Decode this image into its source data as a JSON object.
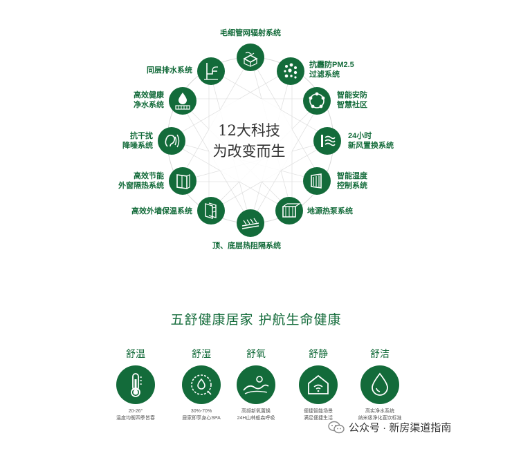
{
  "center_title": {
    "line1": "12大科技",
    "line2": "为改变而生"
  },
  "tech_items": [
    {
      "id": "capillary",
      "icon": "capillary-radiant-icon",
      "lines": [
        "毛细管网辐射系统"
      ]
    },
    {
      "id": "pm25",
      "icon": "smog-filter-icon",
      "lines": [
        "抗霾防PM2.5",
        "过滤系统"
      ]
    },
    {
      "id": "security",
      "icon": "community-network-icon",
      "lines": [
        "智能安防",
        "智慧社区"
      ]
    },
    {
      "id": "fresh-air",
      "icon": "wind-icon",
      "lines": [
        "24小时",
        "新风置换系统"
      ]
    },
    {
      "id": "humidity",
      "icon": "humidity-control-icon",
      "lines": [
        "智能湿度",
        "控制系统"
      ]
    },
    {
      "id": "heat-pump",
      "icon": "heat-pump-icon",
      "lines": [
        "地源热泵系统"
      ]
    },
    {
      "id": "roof-floor",
      "icon": "insulation-layers-icon",
      "lines": [
        "顶、底层热阻隔系统"
      ]
    },
    {
      "id": "wall",
      "icon": "wall-insulation-icon",
      "lines": [
        "高效外墙保温系统"
      ]
    },
    {
      "id": "window",
      "icon": "window-icon",
      "lines": [
        "高效节能",
        "外窗隔热系统"
      ]
    },
    {
      "id": "noise",
      "icon": "ear-soundwave-icon",
      "lines": [
        "抗干扰",
        "降噪系统"
      ]
    },
    {
      "id": "water",
      "icon": "water-purifier-icon",
      "lines": [
        "高效健康",
        "净水系统"
      ]
    },
    {
      "id": "drainage",
      "icon": "drainage-pipe-icon",
      "lines": [
        "同层排水系统"
      ]
    }
  ],
  "headline": "五舒健康居家  护航生命健康",
  "features": [
    {
      "name": "舒温",
      "icon": "thermometer-icon",
      "desc1": "20-26°",
      "desc2": "温度均衡四季皆春"
    },
    {
      "name": "舒湿",
      "icon": "humidity-gauge-icon",
      "desc1": "30%-70%",
      "desc2": "居家即享身心SPA"
    },
    {
      "name": "舒氧",
      "icon": "mountain-sun-icon",
      "desc1": "高频新氧置换",
      "desc2": "24H山林般森呼吸"
    },
    {
      "name": "舒静",
      "icon": "smart-home-icon",
      "desc1": "便捷智能场景",
      "desc2": "满足便捷生活"
    },
    {
      "name": "舒洁",
      "icon": "water-drop-icon",
      "desc1": "高实净水系统",
      "desc2": "纳米级净化直饮标准"
    }
  ],
  "footer": {
    "text": "公众号 · 新房渠道指南"
  },
  "colors": {
    "brand_green": "#136b3a",
    "text_dark": "#333333"
  }
}
